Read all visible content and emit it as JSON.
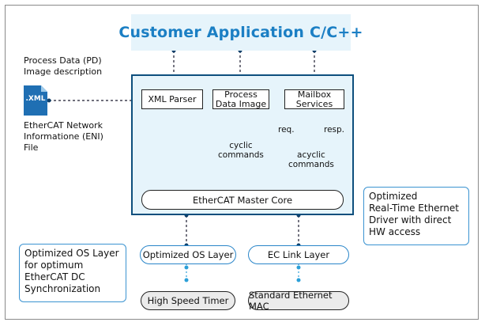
{
  "app_title": "Customer Application C/C++",
  "pd_label": [
    "Process Data (PD)",
    "Image description"
  ],
  "xml_icon_text": ".XML",
  "eni_label": [
    "EtherCAT Network",
    "Informatione (ENI)",
    "File"
  ],
  "boxes": {
    "xml_parser": "XML Parser",
    "process_data_image": [
      "Process",
      "Data Image"
    ],
    "mailbox_services": [
      "Mailbox",
      "Services"
    ],
    "master_core": "EtherCAT Master Core",
    "os_layer": "Optimized OS Layer",
    "ec_link": "EC Link Layer",
    "timer": "High Speed Timer",
    "mac": "Standard Ethernet MAC"
  },
  "labels": {
    "cyclic": [
      "cyclic",
      "commands"
    ],
    "acyclic": [
      "acyclic",
      "commands"
    ],
    "req": "req.",
    "resp": "resp."
  },
  "callouts": {
    "os": [
      "Optimized OS Layer",
      "for optimum",
      "EtherCAT DC",
      "Synchronization"
    ],
    "eth": [
      "Optimized",
      "Real-Time Ethernet",
      "Driver with direct",
      "HW access"
    ]
  },
  "colors": {
    "accent": "#1b7fc4",
    "panel": "#e6f4fb",
    "border": "#0d4f7d",
    "dot": "#1e9ad6"
  }
}
